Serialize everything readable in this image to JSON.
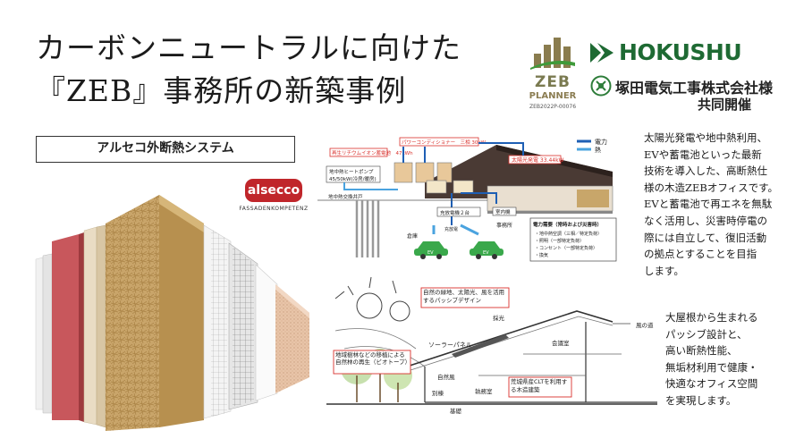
{
  "title": {
    "line1": "カーボンニュートラルに向けた",
    "line2": "『ZEB』事務所の新築事例"
  },
  "logos": {
    "zeb": {
      "word": "ZEB",
      "sub": "PLANNER",
      "code": "ZEB2022P-00076"
    },
    "hokushu": "HOKUSHU",
    "tsukada": "塚田電気工事株式会社様",
    "cohost": "共同開催",
    "alsecco": {
      "name": "alsecco",
      "sub": "FASSADENKOMPETENZ"
    }
  },
  "system_label": "アルセコ外断熱システム",
  "energy_diagram": {
    "legend": [
      "電力",
      "熱"
    ],
    "battery": "再生リチウムイオン蓄電池　47kWh",
    "power_conditioner": "パワーコンディショナー　三相 30kW",
    "heat_pump": "地中熱ヒートポンプ",
    "heat_pump_spec": "45/50kW(冷房/暖房)",
    "solar": "太陽光発電 33.44kW",
    "room": "室内機",
    "office": "事務所",
    "geo_well": "地中熱交換井戸",
    "garage": "倉庫",
    "charger": "充放電",
    "v2h": "充放電機２台",
    "ev": "EV",
    "demand_title": "電力需要（常時および災害時）",
    "demand_items": [
      "・地中熱空調（三相／特定負荷）",
      "・照明（一部特定負荷）",
      "・コンセント（一部特定負荷）",
      "・換気"
    ]
  },
  "sketch": {
    "label1": "自然の緑地、太陽光、風を活用するパッシブデザイン",
    "label2": "地域樹林などの移植による自然林の再生（ビオトープ）",
    "label3": "荒城県産CLTを利用する木造建築",
    "solar": "ソーラーパネル",
    "light": "採光",
    "meeting": "会議室",
    "wind": "風の道",
    "office": "執務室",
    "nature": "自然風",
    "annex": "別棟",
    "ground": "基礎"
  },
  "desc1": [
    "太陽光発電や地中熱利用、",
    "EVや蓄電池といった最新",
    "技術を導入した、高断熱仕",
    "様の木造ZEBオフィスです。",
    "EVと蓄電池で再エネを無駄",
    "なく活用し、災害時停電の",
    "際には自立して、復旧活動",
    "の拠点とすることを目指",
    "します。"
  ],
  "desc2": [
    "大屋根から生まれる",
    "パッシブ設計と、",
    "高い断熱性能、",
    "無垢材利用で健康・",
    "快適なオフィス空間",
    "を実現します。"
  ],
  "colors": {
    "zeb": "#7a7a50",
    "hokushu": "#1e6a33",
    "alsecco": "#c0262b",
    "power": "#1e5fb4",
    "heat": "#4aa3df",
    "accent_red": "#d9302c"
  }
}
